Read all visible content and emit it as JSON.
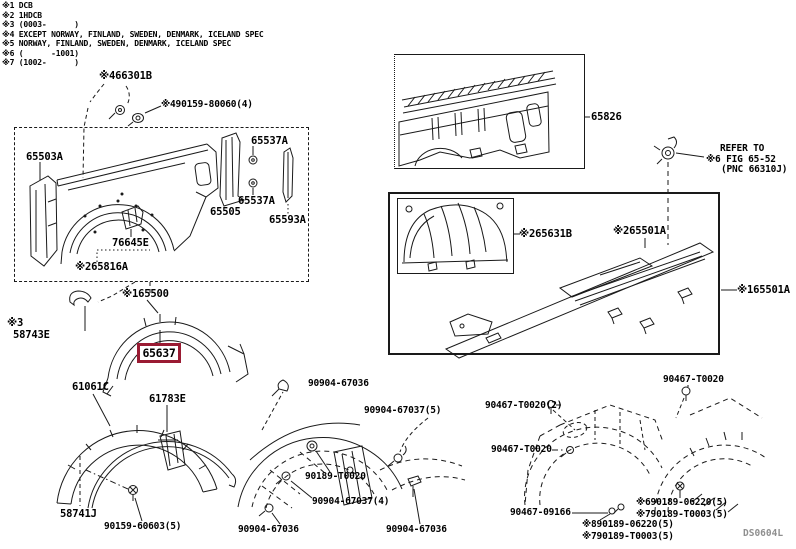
{
  "legend": {
    "lines": [
      "※1 DCB",
      "※2 1HDCB",
      "※3 (0003-      )",
      "※4 EXCEPT NORWAY, FINLAND, SWEDEN, DENMARK, ICELAND SPEC",
      "※5 NORWAY, FINLAND, SWEDEN, DENMARK, ICELAND SPEC",
      "※6 (      -1001)",
      "※7 (1002-      )"
    ]
  },
  "refer_note": {
    "line1": "REFER TO",
    "line2": "※6 FIG 65-52",
    "line3": "(PNC 66310J)"
  },
  "watermark": "DS0604L",
  "colors": {
    "highlight_box": "#9A1B33",
    "line_art": "#1A1A1A",
    "watermark": "#8F8F8F"
  },
  "parts": {
    "clip_66301b": "※466301B",
    "screw_90159_80060": "※490159-80060(4)",
    "panel_65503a": "65503A",
    "bolt_65537a_top": "65537A",
    "bolt_65537a_bottom": "65537A",
    "reinforce_65505": "65505",
    "protector_65593a": "65593A",
    "bracket_76645e": "76645E",
    "extension_65816a": "※265816A",
    "panel_65500": "※165500",
    "note3_mark": "※3",
    "hook_58743e": "58743E",
    "liner_65637": "65637",
    "panel_65826": "65826",
    "housing_65631b": "※265631B",
    "sill_265501a": "※265501A",
    "sill_165501a": "※165501A",
    "molding_61061c": "61061C",
    "retainer_61783e": "61783E",
    "molding_58741j": "58741J",
    "screw_90159_60603": "90159-60603(5)",
    "clip_90904_67036_top": "90904-67036",
    "clip_90904_67037_5": "90904-67037(5)",
    "grommet_90189_t0020": "90189-T0020",
    "clip_90904_67037_4": "90904-67037(4)",
    "clip_90904_67036_left": "90904-67036",
    "clip_90904_67036_right": "90904-67036",
    "clip_90467_t0020_top": "90467-T0020",
    "clip_90467_t0020_2": "90467-T0020(2)",
    "clip_90467_t0020_left": "90467-T0020",
    "clip_90467_09166": "90467-09166",
    "screw_n6_90189_06220": "※690189-06220(5)",
    "screw_n7_90189_t0003_a": "※790189-T0003(5)",
    "screw_n8_90189_06220": "※890189-06220(5)",
    "screw_n7_90189_t0003_b": "※790189-T0003(5)"
  }
}
